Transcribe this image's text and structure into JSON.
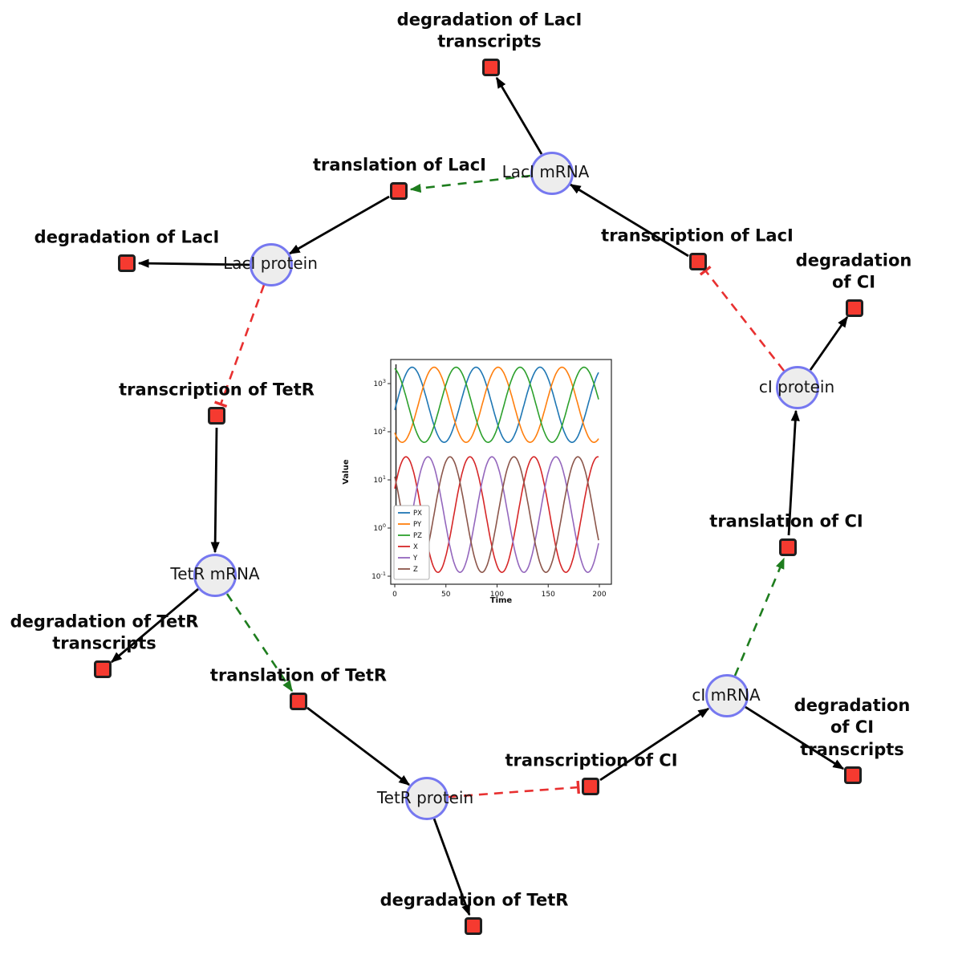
{
  "graph": {
    "species": [
      {
        "id": "laci-mrna",
        "label": "LacI mRNA"
      },
      {
        "id": "laci-protein",
        "label": "LacI protein"
      },
      {
        "id": "tetr-mrna",
        "label": "TetR mRNA"
      },
      {
        "id": "tetr-protein",
        "label": "TetR protein"
      },
      {
        "id": "ci-mrna",
        "label": "cI mRNA"
      },
      {
        "id": "ci-protein",
        "label": "cI protein"
      }
    ],
    "reactions": [
      {
        "id": "deg-laci-transcripts",
        "label": "degradation of LacI\ntranscripts"
      },
      {
        "id": "translation-laci",
        "label": "translation of LacI"
      },
      {
        "id": "deg-laci",
        "label": "degradation of LacI"
      },
      {
        "id": "transcription-laci",
        "label": "transcription of LacI"
      },
      {
        "id": "deg-ci",
        "label": "degradation of CI"
      },
      {
        "id": "transcription-tetr",
        "label": "transcription of TetR"
      },
      {
        "id": "translation-ci",
        "label": "translation of CI"
      },
      {
        "id": "deg-tetr-transcripts",
        "label": "degradation of TetR\ntranscripts"
      },
      {
        "id": "translation-tetr",
        "label": "translation of TetR"
      },
      {
        "id": "transcription-ci",
        "label": "transcription of CI"
      },
      {
        "id": "deg-ci-transcripts",
        "label": "degradation of CI\ntranscripts"
      },
      {
        "id": "deg-tetr",
        "label": "degradation of TetR"
      }
    ],
    "colors": {
      "species_fill": "#ededed",
      "species_border": "#7678f0",
      "reaction_fill": "#f53a30",
      "reaction_border": "#1f1f1f",
      "edge_flow": "#000000",
      "edge_activation": "#1e7d1e",
      "edge_inhibition": "#e83030"
    }
  },
  "chart_data": {
    "type": "line",
    "title": "",
    "xlabel": "Time",
    "ylabel": "Value",
    "x_range": [
      0,
      200
    ],
    "x_ticks": [
      0,
      50,
      100,
      150,
      200
    ],
    "y_scale": "log",
    "y_tick_exponents": [
      3,
      2,
      1,
      0,
      -1
    ],
    "legend_position": "lower-left",
    "grid": false,
    "initial_transient_t": 1.2,
    "series": [
      {
        "name": "PX",
        "color": "#1f77b4",
        "log_mid": 2.56,
        "log_amp": 0.78,
        "period": 62.5,
        "peak_t": 17
      },
      {
        "name": "PY",
        "color": "#ff7f0e",
        "log_mid": 2.56,
        "log_amp": 0.78,
        "period": 62.5,
        "peak_t": 38.5
      },
      {
        "name": "PZ",
        "color": "#2ca02c",
        "log_mid": 2.56,
        "log_amp": 0.78,
        "period": 62.5,
        "peak_t": 60
      },
      {
        "name": "X",
        "color": "#d62728",
        "log_mid": 0.28,
        "log_amp": 1.2,
        "period": 62.5,
        "peak_t": 11
      },
      {
        "name": "Y",
        "color": "#9467bd",
        "log_mid": 0.28,
        "log_amp": 1.2,
        "period": 62.5,
        "peak_t": 32.5
      },
      {
        "name": "Z",
        "color": "#8c564b",
        "log_mid": 0.28,
        "log_amp": 1.2,
        "period": 62.5,
        "peak_t": 54
      }
    ]
  }
}
